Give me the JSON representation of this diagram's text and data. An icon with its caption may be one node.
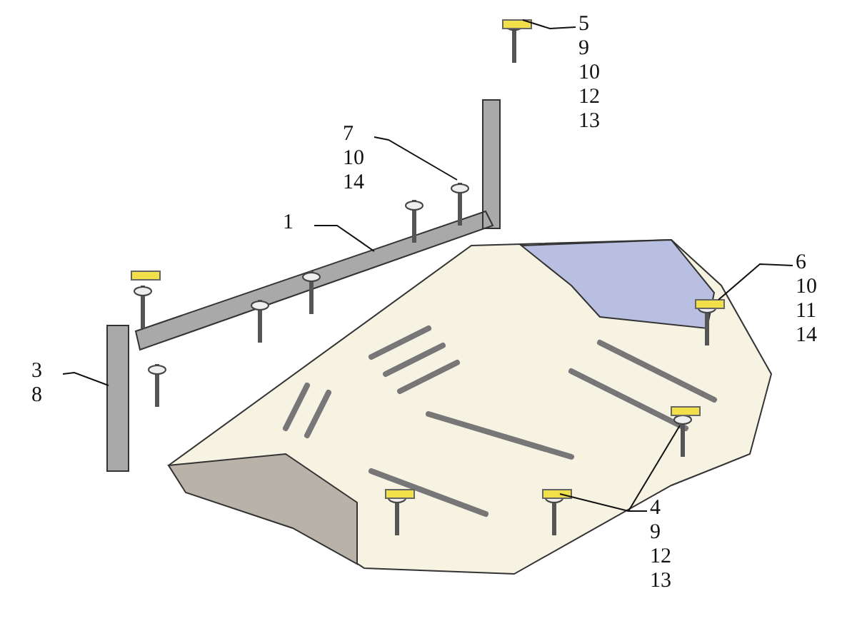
{
  "diagram": {
    "nodes": [
      {
        "text": [
          "5 9 10 12 13"
        ]
      },
      {
        "text": [
          "7 10 14"
        ]
      },
      {
        "text": [
          "1"
        ]
      },
      {
        "text": [
          "6 10 11 14"
        ]
      },
      {
        "text": [
          "3 8"
        ]
      },
      {
        "text": [
          "4 9 12 13"
        ]
      }
    ],
    "edges": [
      {
        "from": 0,
        "to": null,
        "arrow": "none"
      },
      {
        "from": 1,
        "to": null,
        "arrow": "none"
      },
      {
        "from": 2,
        "to": null,
        "arrow": "none"
      },
      {
        "from": 3,
        "to": null,
        "arrow": "none"
      },
      {
        "from": 4,
        "to": null,
        "arrow": "none"
      },
      {
        "from": 5,
        "to": null,
        "arrow": "none"
      },
      {
        "from": 5,
        "to": null,
        "arrow": "none"
      }
    ]
  }
}
